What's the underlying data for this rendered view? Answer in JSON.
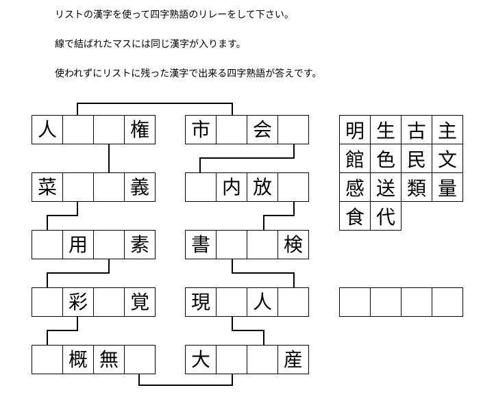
{
  "instructions": [
    "リストの漢字を使って四字熟語のリレーをして下さい。",
    "線で結ばれたマスには同じ漢字が入ります。",
    "使われずにリストに残った漢字で出来る四字熟語が答えです。"
  ],
  "left_column": [
    [
      "人",
      "",
      "",
      "権"
    ],
    [
      "菜",
      "",
      "",
      "義"
    ],
    [
      "",
      "用",
      "",
      "素"
    ],
    [
      "",
      "彩",
      "",
      "覚"
    ],
    [
      "",
      "概",
      "無",
      ""
    ]
  ],
  "right_column": [
    [
      "市",
      "",
      "会",
      ""
    ],
    [
      "",
      "内",
      "放",
      ""
    ],
    [
      "書",
      "",
      "",
      "検"
    ],
    [
      "現",
      "",
      "人",
      ""
    ],
    [
      "大",
      "",
      "",
      "産"
    ]
  ],
  "kanji_list": [
    [
      "明",
      "生",
      "古",
      "主"
    ],
    [
      "館",
      "色",
      "民",
      "文"
    ],
    [
      "感",
      "送",
      "類",
      "量"
    ],
    [
      "食",
      "代"
    ]
  ],
  "answer": [
    "",
    "",
    "",
    ""
  ]
}
